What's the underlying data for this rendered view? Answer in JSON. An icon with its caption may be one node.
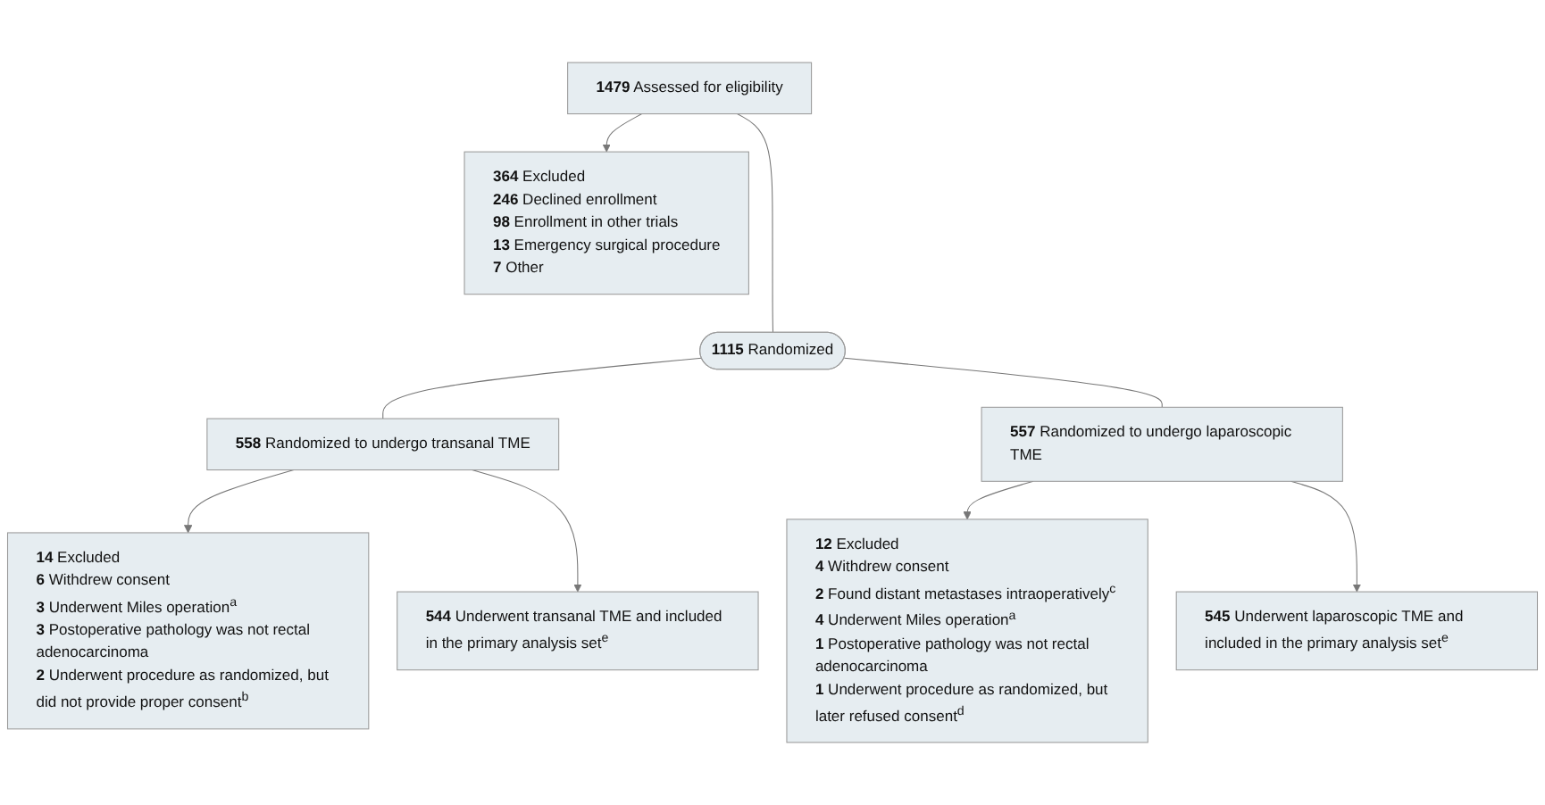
{
  "diagram": {
    "nodes": [
      {
        "text": [
          "**1479** Assessed for eligibility"
        ]
      },
      {
        "text": [
          "**364** Excluded",
          "**246** Declined enrollment",
          "**98** Enrollment in other trials",
          "**13** Emergency surgical procedure",
          "**7** Other"
        ]
      },
      {
        "text": [
          "**1115** Randomized"
        ]
      },
      {
        "text": [
          "**558** Randomized to undergo transanal TME"
        ]
      },
      {
        "text": [
          "**557** Randomized to undergo laparoscopic TME"
        ]
      },
      {
        "text": [
          "**14** Excluded",
          "**6** Withdrew consent",
          "**3** Underwent Miles operation$^{a}$",
          "**3** Postoperative pathology was not rectal adenocarcinoma",
          "**2** Underwent procedure as randomized, but did not provide proper consent$^{b}$"
        ]
      },
      {
        "text": [
          "**12** Excluded",
          "**4** Withdrew consent",
          "**2** Found distant metastases intraoperatively$^{c}$",
          "**4** Underwent Miles operation$^{a}$",
          "**1** Postoperative pathology was not rectal adenocarcinoma",
          "**1** Underwent procedure as randomized, but later refused consent$^{d}$"
        ]
      },
      {
        "text": [
          "**544** Underwent transanal TME and included in the primary analysis set$^{e}$"
        ]
      },
      {
        "text": [
          "**545** Underwent laparoscopic TME and included in the primary analysis set$^{e}$"
        ]
      }
    ],
    "edges": [
      {
        "from": 0,
        "to": 2,
        "arrow": "none"
      },
      {
        "from": 0,
        "to": 1,
        "arrow": "to"
      },
      {
        "from": 2,
        "to": 3,
        "arrow": "none"
      },
      {
        "from": 2,
        "to": 4,
        "arrow": "none"
      },
      {
        "from": 3,
        "to": 5,
        "arrow": "to"
      },
      {
        "from": 3,
        "to": 7,
        "arrow": "to"
      },
      {
        "from": 4,
        "to": 6,
        "arrow": "to"
      },
      {
        "from": 4,
        "to": 8,
        "arrow": "to"
      }
    ]
  }
}
